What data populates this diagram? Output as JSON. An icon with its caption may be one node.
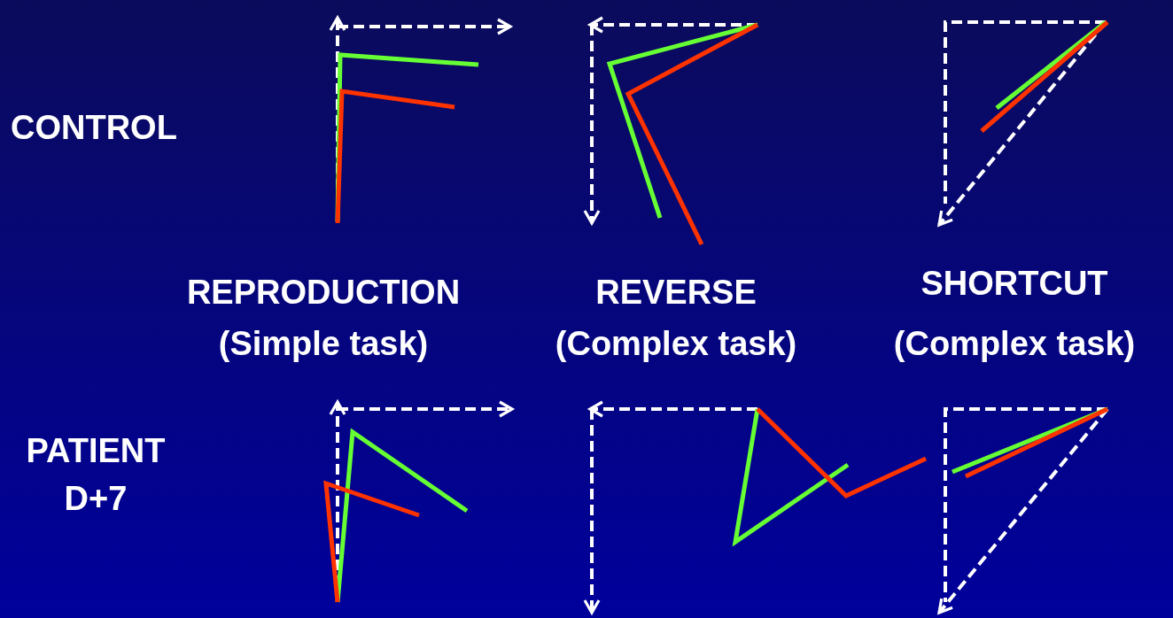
{
  "diagram": {
    "labels": [
      "CONTROL",
      "REPRODUCTION",
      "REVERSE",
      "SHORTCUT",
      "(Simple task)",
      "(Complex task)",
      "(Complex task)",
      "PATIENT D+7"
    ]
  }
}
